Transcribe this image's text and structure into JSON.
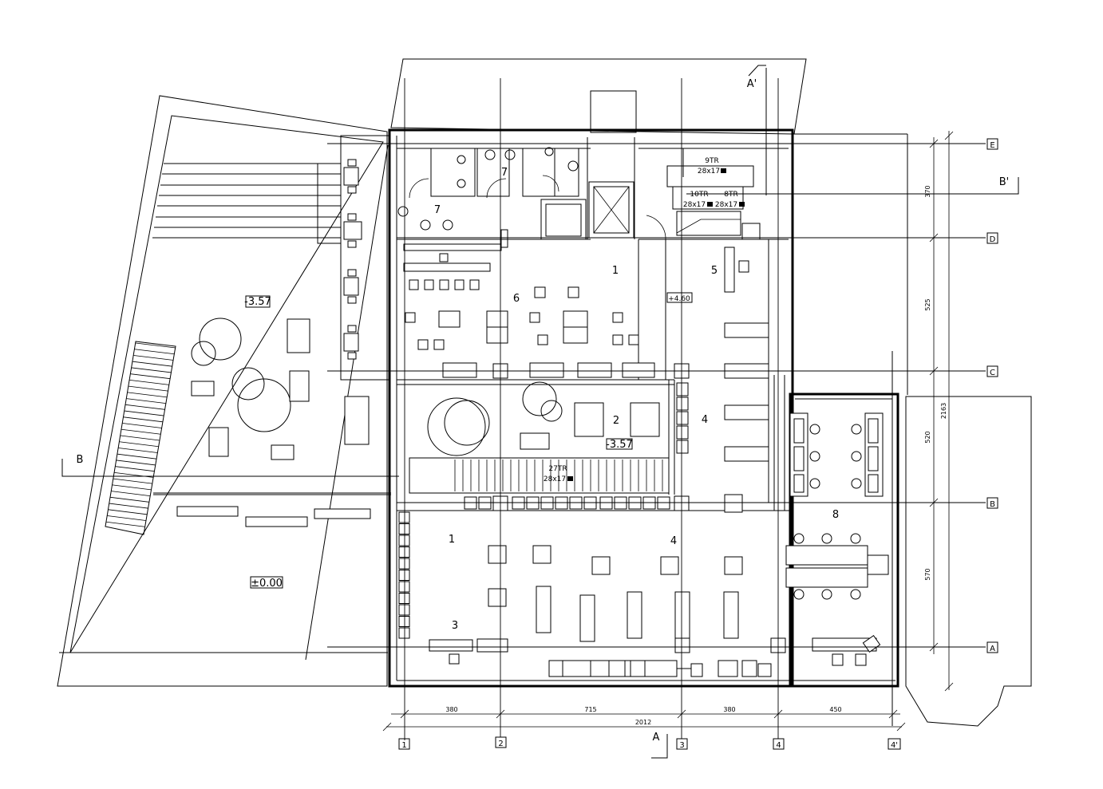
{
  "rooms": {
    "r1a": "1",
    "r1b": "1",
    "r2": "2",
    "r3": "3",
    "r4a": "4",
    "r4b": "4",
    "r5": "5",
    "r6": "6",
    "r7a": "7",
    "r7b": "7",
    "r8": "8"
  },
  "levels": {
    "terrace": "-3.57",
    "mid": "+4.60",
    "void": "-3.57",
    "ground": "±0.00"
  },
  "stairs": {
    "s1_count": "9TR",
    "s1_dim": "28x17",
    "s2_count": "10TR",
    "s2_dim": "28x17",
    "s3_count": "8TR",
    "s3_dim": "28x17",
    "s4_count": "27TR",
    "s4_dim": "28x17"
  },
  "axes": {
    "cols": [
      "1",
      "2",
      "3",
      "4",
      "4'"
    ],
    "rows": [
      "E",
      "D",
      "C",
      "B",
      "A"
    ]
  },
  "dims": {
    "horizontal": [
      "380",
      "715",
      "380",
      "450"
    ],
    "total_h": "2012",
    "vertical": [
      "370",
      "525",
      "520",
      "570"
    ],
    "total_v": "2163"
  },
  "sections": {
    "a_top": "A'",
    "a_bottom": "A",
    "b_left": "B",
    "b_right": "B'"
  }
}
